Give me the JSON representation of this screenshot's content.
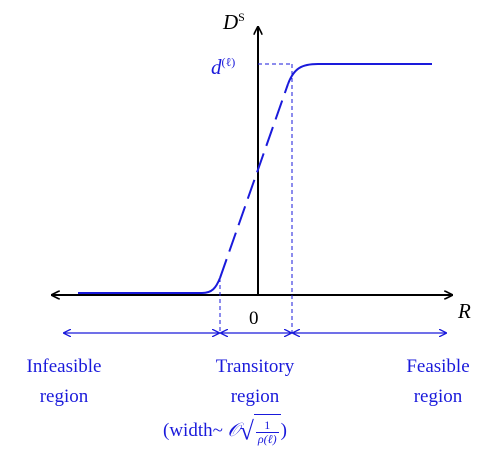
{
  "axes": {
    "y_label_base": "D",
    "y_label_sup": "S",
    "x_label": "R",
    "origin_label": "0"
  },
  "curve": {
    "level_label_base": "d",
    "level_label_sup": "(ℓ)"
  },
  "regions": {
    "infeasible": [
      "Infeasible",
      "region"
    ],
    "transitory": [
      "Transitory",
      "region"
    ],
    "transitory_width": {
      "prefix": "(width~ ",
      "symbol": "𝒪",
      "frac_num": "1",
      "frac_den": "ρ(ℓ)",
      "suffix": ")"
    },
    "feasible": [
      "Feasible",
      "region"
    ]
  },
  "colors": {
    "curve": "#1a1adb",
    "axes": "#000000"
  }
}
